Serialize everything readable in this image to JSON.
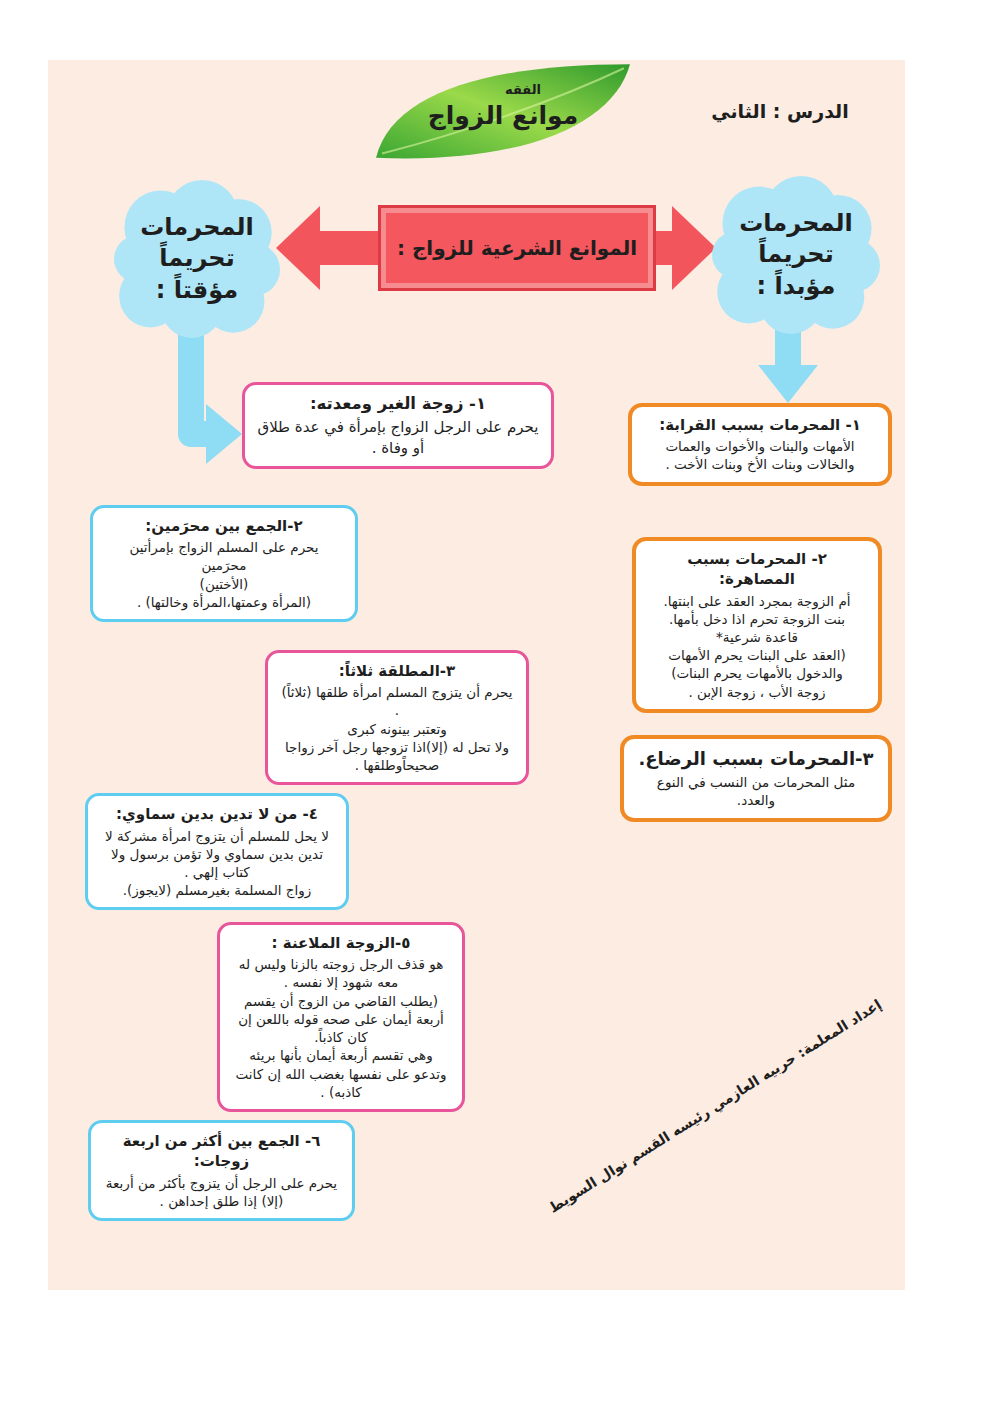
{
  "diagram": {
    "nodes": [
      {
        "text": [
          "الفقه",
          "موانع الزواج"
        ]
      },
      {
        "text": [
          "المحرمات تحريماً مؤبداً :"
        ]
      },
      {
        "text": [
          "الموانع الشرعية للزواج :"
        ]
      },
      {
        "text": [
          "المحرمات تحريماً مؤقتاً :"
        ]
      },
      {
        "text": [
          "١- المحرمات بسبب القرابة:",
          "الأمهات والبنات والأخوات والعمات والخالات وبنات الأخ وبنات الأخت ."
        ]
      },
      {
        "text": [
          "٢- المحرمات بسبب المصاهرة:",
          "أم الزوجة بمجرد العقد على ابنتها.",
          "بنت الزوجة تحرم اذا دخل بأمها.",
          "قاعدة شرعية*",
          "(العقد على البنات يحرم الأمهات والدخول بالأمهات يحرم البنات)",
          "زوجة الأب ، زوجة الإبن ."
        ]
      },
      {
        "text": [
          "٣-المحرمات بسبب الرضاع.",
          "مثل المحرمات من النسب في النوع والعدد."
        ]
      },
      {
        "text": [
          "١- زوجة الغير ومعدته:",
          "يحرم على الرجل الزواج بإمرأة في عدة طلاق أو وفاة ."
        ]
      },
      {
        "text": [
          "٢-الجمع بين محرَمين:",
          "يحرم على المسلم الزواج بإمرأتين محرَمين",
          "(الأختين)",
          "(المرأة وعمتها،المرأة وخالتها) ."
        ]
      },
      {
        "text": [
          "٣-المطلقة ثلاثاً:",
          "يحرم أن يتزوج المسلم امرأة طلقها (ثلاثاً) .",
          "وتعتبر بينونه كبرى",
          "ولا تحل له (إلا)اذا تزوجها رجل آخر زواجا صحيحاًوطلقها ."
        ]
      },
      {
        "text": [
          "٤- من لا تدين بدين سماوي:",
          "لا يحل للمسلم أن يتزوج امرأة مشركة لا تدين بدين سماوي ولا تؤمن برسول ولا كتاب إلهي .",
          "زواج المسلمة بغيرمسلم (لايجوز)."
        ]
      },
      {
        "text": [
          "٥-الزوجة الملاعنة :",
          "هو قذف الرجل زوجته بالزنا وليس له معه شهود إلا نفسه .",
          "(يطلب القاضي من الزوج أن يقسم أربعة أيمان على صحه قوله باللعن إن كان كاذباً.",
          "وهي تقسم أربعة أيمان بأنها بريئه وتدعو على نفسها بغضب الله إن كانت كاذبه) ."
        ]
      },
      {
        "text": [
          "٦- الجمع بين أكثر من اربعة زوجات:",
          "يحرم على الرجل أن يتزوج بأكثر من أربعة (إلا) إذا طلق إحداهن ."
        ]
      }
    ],
    "edges": [
      {
        "from": 2,
        "to": 1,
        "arrow": "to"
      },
      {
        "from": 2,
        "to": 3,
        "arrow": "to"
      },
      {
        "from": 1,
        "to": 4,
        "arrow": "to"
      },
      {
        "from": 3,
        "to": 7,
        "arrow": "to"
      }
    ],
    "labels": [
      "الدرس : الثاني",
      "إعداد المعلمة: حربيه العازمي رئيسه القسم نوال السويط"
    ]
  }
}
